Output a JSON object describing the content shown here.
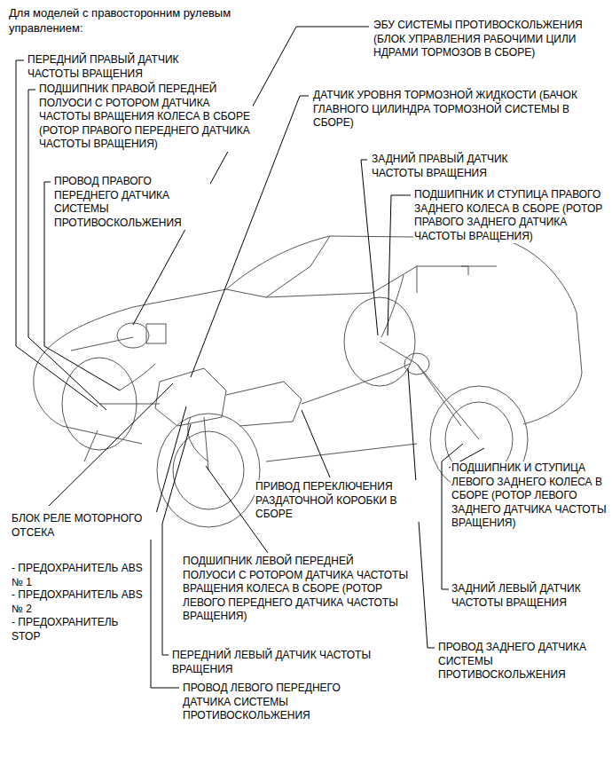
{
  "diagram": {
    "title": "Для моделей с правосторонним рулевым управлением:",
    "labels": [
      "ПЕРЕДНИЙ ПРАВЫЙ ДАТЧИК ЧАСТОТЫ ВРАЩЕНИЯ",
      "ПОДШИПНИК ПРАВОЙ ПЕРЕДНЕЙ ПОЛУОСИ С РОТОРОМ ДАТЧИКА ЧАСТОТЫ ВРАЩЕНИЯ КОЛЕСА В СБОРЕ (РОТОР ПРАВОГО ПЕРЕДНЕГО ДАТЧИКА ЧАСТОТЫ ВРАЩЕНИЯ)",
      "ПРОВОД ПРАВОГО ПЕРЕДНЕГО ДАТЧИКА СИСТЕМЫ ПРОТИВОСКОЛЬЖЕНИЯ",
      "ЭБУ СИСТЕМЫ ПРОТИВОСКОЛЬЖЕНИЯ (БЛОК УПРАВЛЕНИЯ РАБОЧИМИ ЦИЛИ НДРАМИ ТОРМОЗОВ В СБОРЕ)",
      "ДАТЧИК УРОВНЯ ТОРМОЗНОЙ ЖИДКОСТИ (БАЧОК ГЛАВНОГО ЦИЛИНДРА ТОРМОЗНОЙ СИСТЕМЫ В СБОРЕ)",
      "ЗАДНИЙ ПРАВЫЙ ДАТЧИК ЧАСТОТЫ ВРАЩЕНИЯ",
      "ПОДШИПНИК И СТУПИЦА ПРАВОГО ЗАДНЕГО КОЛЕСА В СБОРЕ (РОТОР ПРАВОГО ЗАДНЕГО ДАТЧИКА ЧАСТОТЫ ВРАЩЕНИЯ)",
      "ПРИВОД ПЕРЕКЛЮЧЕНИЯ РАЗДАТОЧНОЙ КОРОБКИ В СБОРЕ",
      "ПОДШИПНИК И СТУПИЦА ЛЕВОГО ЗАДНЕГО КОЛЕСА В СБОРЕ (РОТОР ЛЕВОГО ЗАДНЕГО ДАТЧИКА ЧАСТОТЫ ВРАЩЕНИЯ)",
      "ЗАДНИЙ ЛЕВЫЙ ДАТЧИК ЧАСТОТЫ ВРАЩЕНИЯ",
      "БЛОК РЕЛЕ МОТОРНОГО ОТСЕКА",
      "- ПРЕДОХРАНИТЕЛЬ ABS № 1",
      "- ПРЕДОХРАНИТЕЛЬ ABS № 2",
      "- ПРЕДОХРАНИТЕЛЬ STOP",
      "ПОДШИПНИК ЛЕВОЙ ПЕРЕДНЕЙ ПОЛУОСИ С РОТОРОМ ДАТЧИКА ЧАСТОТЫ ВРАЩЕНИЯ КОЛЕСА В СБОРЕ (РОТОР ЛЕВОГО ПЕРЕДНЕГО ДАТЧИКА ЧАСТОТЫ ВРАЩЕНИЯ)",
      "ПЕРЕДНИЙ ЛЕВЫЙ ДАТЧИК ЧАСТОТЫ ВРАЩЕНИЯ",
      "ПРОВОД ЛЕВОГО ПЕРЕДНЕГО ДАТЧИКА СИСТЕМЫ ПРОТИВОСКОЛЬЖЕНИЯ",
      "ПРОВОД ЗАДНЕГО ДАТЧИКА СИСТЕМЫ ПРОТИВОСКОЛЬЖЕНИЯ"
    ]
  }
}
